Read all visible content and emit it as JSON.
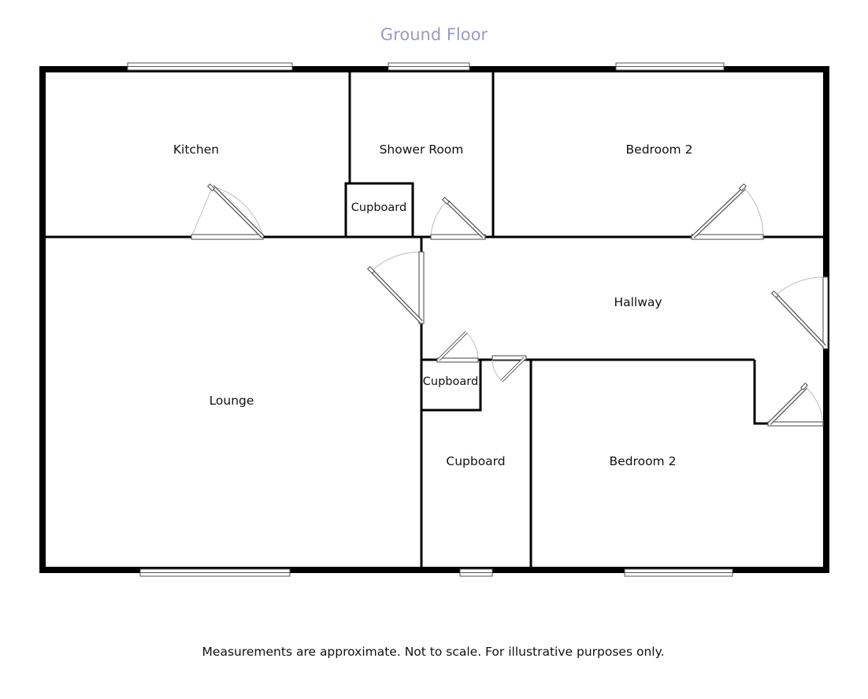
{
  "title": "Ground Floor",
  "colors": {
    "title": "#9b9bbf",
    "walls": "#000000",
    "door_arc": "#c8c8c8"
  },
  "rooms": {
    "kitchen": "Kitchen",
    "shower_room": "Shower Room",
    "bedroom_top": "Bedroom 2",
    "cupboard_shower": "Cupboard",
    "hallway": "Hallway",
    "lounge": "Lounge",
    "cupboard_hall": "Cupboard",
    "cupboard_lower": "Cupboard",
    "bedroom_bottom": "Bedroom 2"
  },
  "footer": "Measurements are approximate. Not to scale. For illustrative purposes only."
}
